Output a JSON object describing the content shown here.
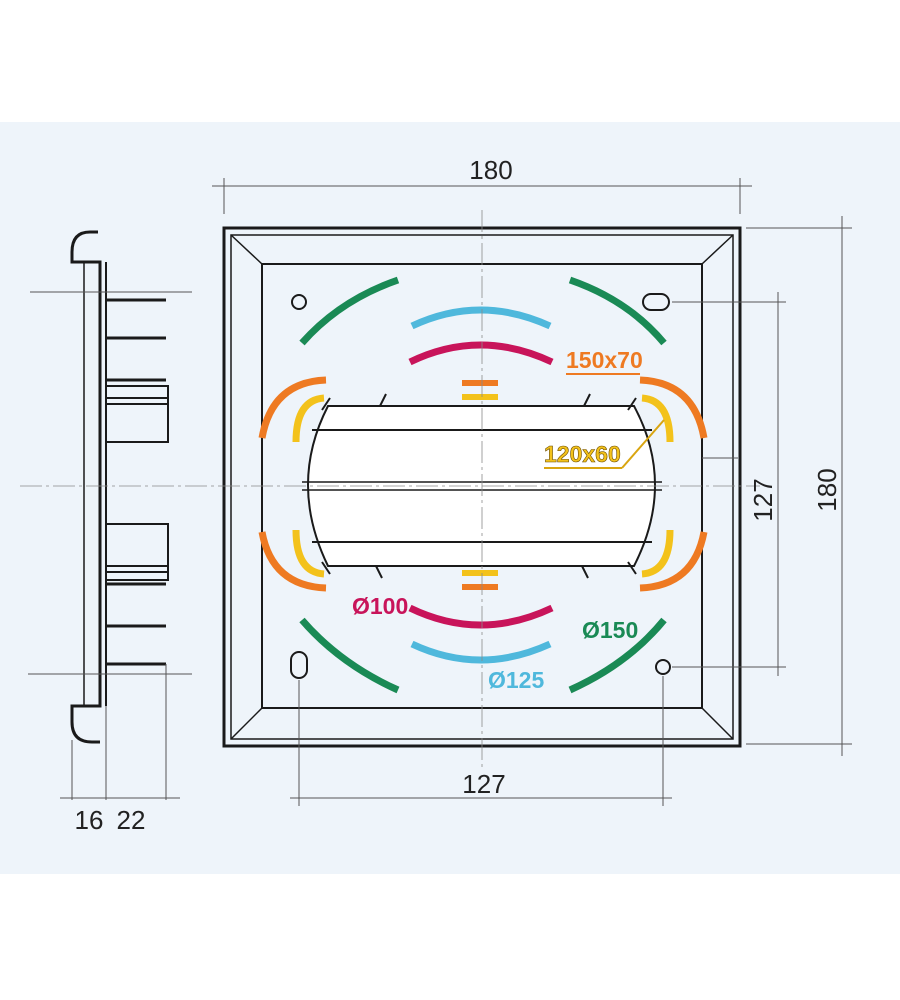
{
  "colors": {
    "background": "#eef4fa",
    "outline": "#1a1a1a",
    "guide": "#555555",
    "d150": "#1a8a55",
    "d125": "#4fb8dc",
    "d100": "#c8145a",
    "r150x70": "#ee7a22",
    "r120x60": "#f3c21b"
  },
  "dimensions": {
    "overall_width": "180",
    "overall_height": "180",
    "hole_spacing_horizontal": "127",
    "hole_spacing_vertical": "127",
    "side_thickness": "16",
    "side_spigot": "22"
  },
  "labels": {
    "rect_150x70": "150x70",
    "rect_120x60": "120x60",
    "dia_100": "Ø100",
    "dia_125": "Ø125",
    "dia_150": "Ø150"
  }
}
